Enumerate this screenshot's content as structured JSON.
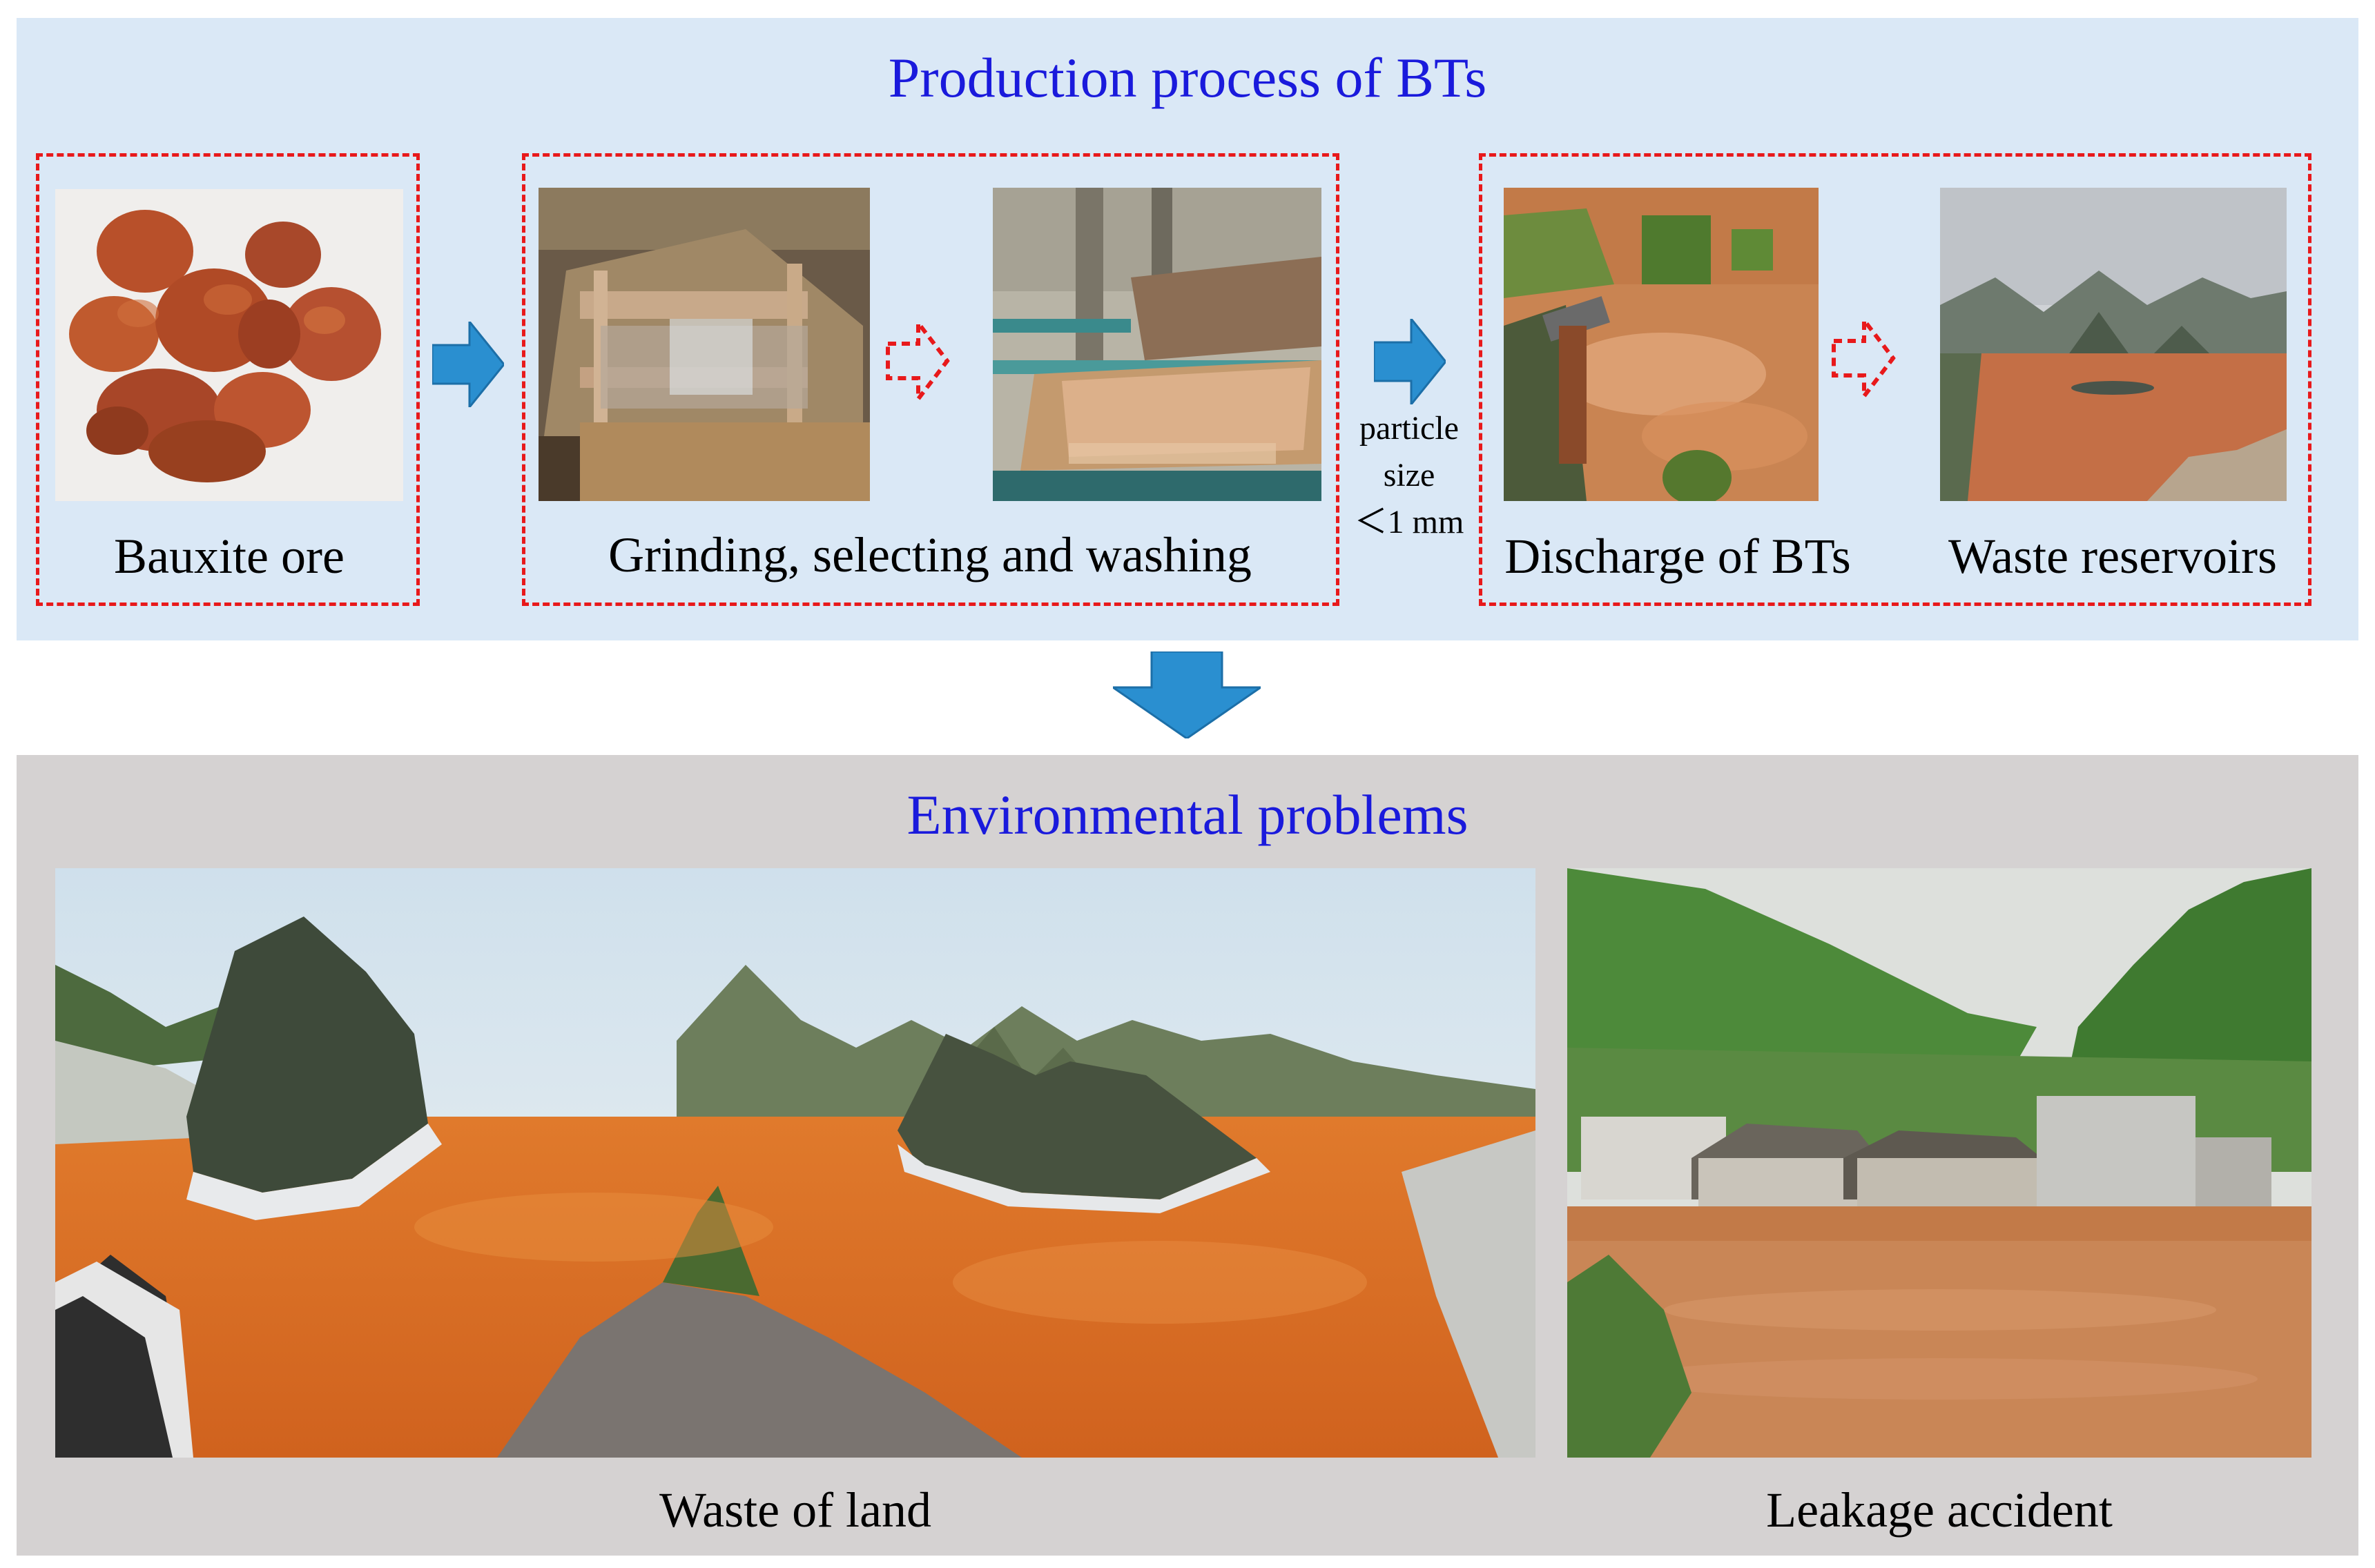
{
  "process": {
    "title": "Production process of BTs",
    "steps": {
      "bauxite": "Bauxite ore",
      "grinding": "Grinding, selecting and washing",
      "discharge": "Discharge of BTs",
      "reservoirs": "Waste reservoirs"
    },
    "particle_note": [
      "particle",
      "size",
      "＜1 mm"
    ]
  },
  "environment": {
    "title": "Environmental problems",
    "captions": {
      "land": "Waste of land",
      "leakage": "Leakage accident"
    }
  },
  "colors": {
    "top_panel": "#dae8f6",
    "bottom_panel": "#d5d2d2",
    "title_text": "#1a1adc",
    "dashed_border": "#e8191b",
    "solid_arrow": "#2a8fd0",
    "tailings": "#d9742a"
  }
}
